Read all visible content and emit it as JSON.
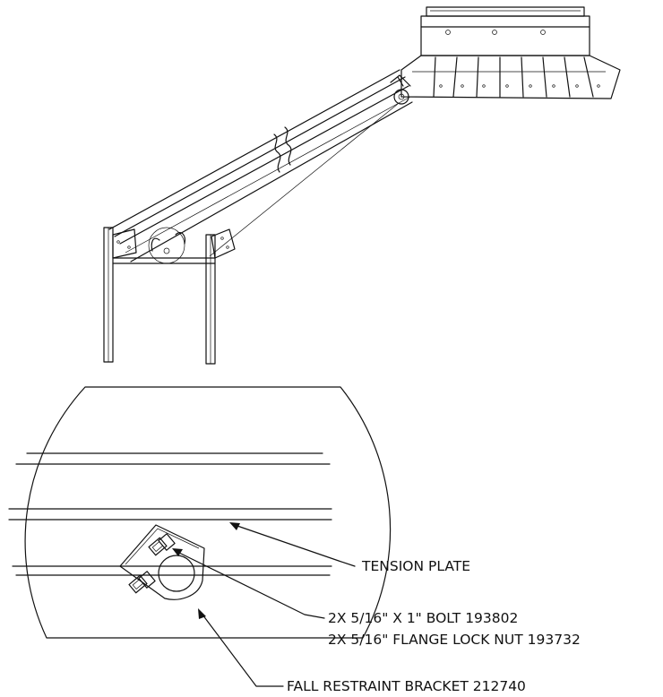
{
  "callouts": {
    "tension_plate": "TENSION PLATE",
    "bolt": "2X 5/16\" X 1\" BOLT 193802",
    "nut": "2X 5/16\" FLANGE LOCK NUT 193732",
    "bracket": "FALL RESTRAINT BRACKET 212740"
  },
  "colors": {
    "line": "#111111",
    "background": "#ffffff"
  }
}
